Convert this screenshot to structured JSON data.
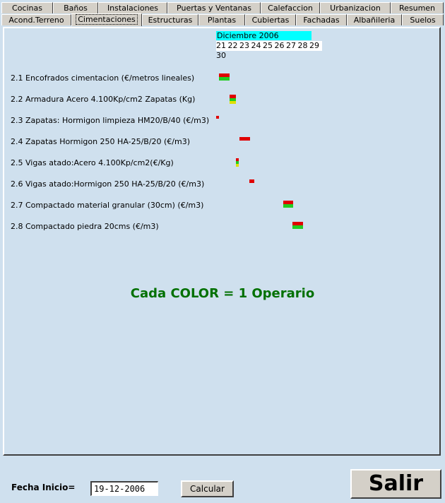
{
  "tabs_row1": [
    "Cocinas",
    "Baños",
    "Instalaciones",
    "Puertas y Ventanas",
    "Calefaccion",
    "Urbanizacion",
    "Resumen"
  ],
  "tabs_row2": [
    "Acond.Terreno",
    "Cimentaciones",
    "Estructuras",
    "Plantas",
    "Cubiertas",
    "Fachadas",
    "Albañileria",
    "Suelos"
  ],
  "active_tab": "Cimentaciones",
  "calendar": {
    "month": "Diciembre 2006",
    "days": "21 22 23 24 25 26 27 28 29 30"
  },
  "tasks": [
    {
      "label": "2.1 Encofrados cimentacion (€/metros lineales)"
    },
    {
      "label": "2.2 Armadura Acero 4.100Kp/cm2 Zapatas (Kg)"
    },
    {
      "label": "2.3 Zapatas: Hormigon limpieza HM20/B/40 (€/m3)"
    },
    {
      "label": "2.4 Zapatas Hormigon 250 HA-25/B/20 (€/m3)"
    },
    {
      "label": "2.5 Vigas atado:Acero 4.100Kp/cm2(€/Kg)"
    },
    {
      "label": "2.6 Vigas atado:Hormigon 250 HA-25/B/20 (€/m3)"
    },
    {
      "label": "2.7 Compactado material granular (30cm) (€/m3)"
    },
    {
      "label": "2.8 Compactado piedra 20cms (€/m3)"
    }
  ],
  "legend": "Cada COLOR = 1 Operario",
  "footer": {
    "fecha_label": "Fecha Inicio=",
    "fecha_value": "19-12-2006",
    "calcular_label": "Calcular",
    "salir_label": "Salir"
  },
  "colors": {
    "background": "#cfe0ee",
    "operario_1": "#e00000",
    "operario_2": "#22cc22",
    "operario_3": "#e0e000",
    "month_header": "#00ffff",
    "legend_text": "#007000"
  }
}
